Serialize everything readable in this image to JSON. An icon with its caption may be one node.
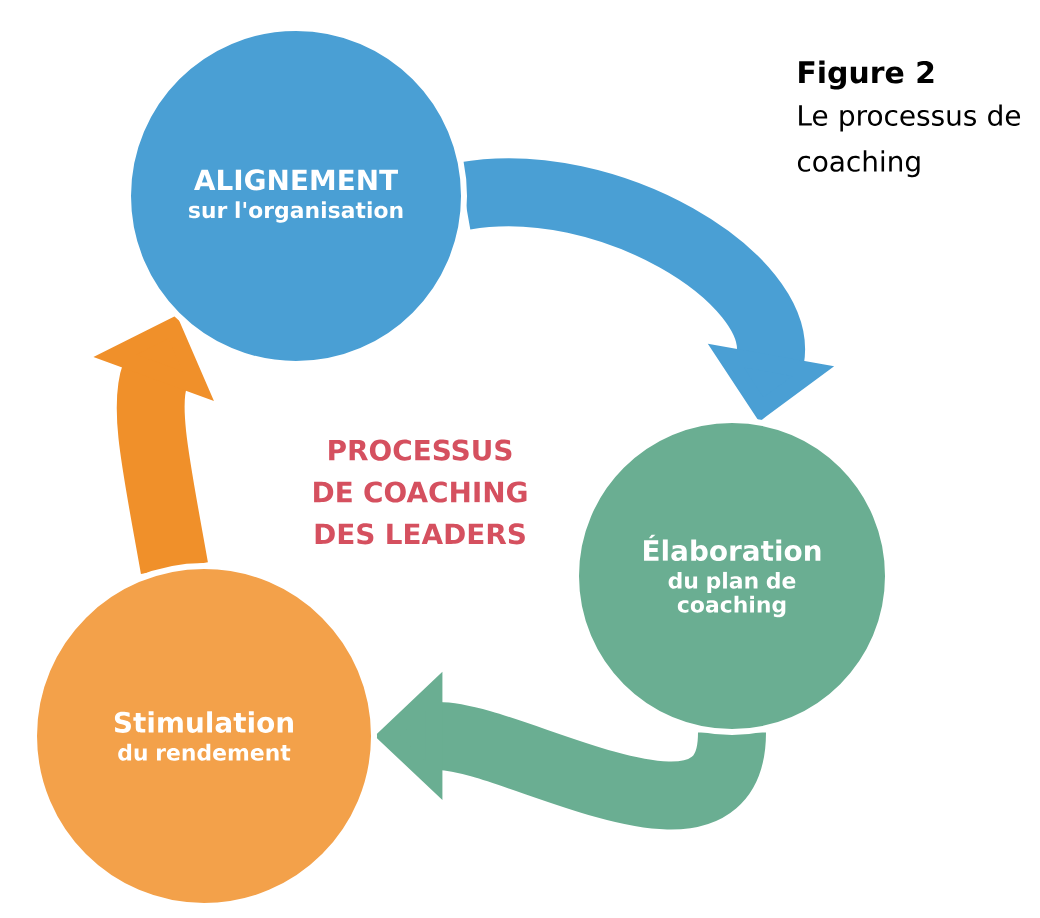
{
  "diagram": {
    "title": "Figure 2",
    "caption": "Le processus de coaching",
    "nodes": [
      {
        "text": [
          "ALIGNEMENT",
          "sur l'organisation"
        ]
      },
      {
        "text": [
          "Élaboration",
          "du plan de coaching"
        ]
      },
      {
        "text": [
          "Stimulation",
          "du rendement"
        ]
      }
    ],
    "edges": [
      {
        "from": 0,
        "to": 1,
        "arrow": "to",
        "color": "#4a9fd4"
      },
      {
        "from": 1,
        "to": 2,
        "arrow": "to",
        "color": "#6aae92"
      },
      {
        "from": 2,
        "to": 0,
        "arrow": "to",
        "color": "#f0902a"
      }
    ],
    "labels": [
      "PROCESSUS DE COACHING DES LEADERS"
    ]
  }
}
